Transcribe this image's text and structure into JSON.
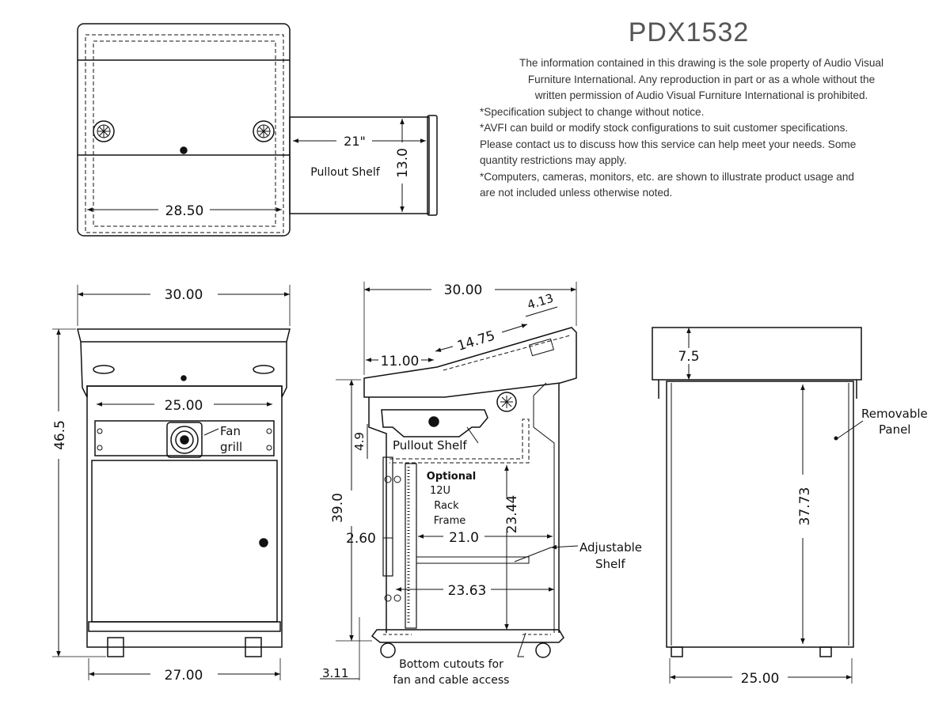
{
  "model": "PDX1532",
  "notes": {
    "property": [
      "The information contained in this drawing is the sole property of Audio Visual",
      "Furniture International. Any reproduction in part or as a whole without the",
      "written permission of Audio Visual Furniture International is prohibited."
    ],
    "spec": "*Specification subject to change without notice.",
    "custom": [
      "*AVFI can build or modify stock configurations to suit customer specifications.",
      "Please contact us to discuss how this service can help meet your needs. Some",
      "quantity restrictions may apply."
    ],
    "usage": [
      "*Computers, cameras, monitors, etc. are shown to illustrate product usage and",
      "are not included unless otherwise noted."
    ]
  },
  "top_view": {
    "width": "28.50",
    "shelf_depth": "21\"",
    "shelf_width": "13.0",
    "shelf_label": "Pullout Shelf"
  },
  "front_view": {
    "width": "30.00",
    "height": "46.5",
    "inner_width": "25.00",
    "base_width": "27.00",
    "fan_label_1": "Fan",
    "fan_label_2": "grill"
  },
  "side_view": {
    "depth": "30.00",
    "top_depth": "11.00",
    "slope": "14.75",
    "lip": "4.13",
    "gap": "4.9",
    "height": "39.0",
    "rack_depth": "23.44",
    "rack_offset": "2.60",
    "shelf_depth": "21.0",
    "base_depth": "23.63",
    "caster": "3.11",
    "pullout_label": "Pullout Shelf",
    "rack_label": [
      "Optional",
      "12U",
      "Rack",
      "Frame"
    ],
    "adjustable_label": [
      "Adjustable",
      "Shelf"
    ],
    "cutout_label": [
      "Bottom cutouts for",
      "fan and cable access"
    ]
  },
  "rear_view": {
    "width": "25.00",
    "top_height": "7.5",
    "height": "37.73",
    "panel_label": [
      "Removable",
      "Panel"
    ]
  }
}
